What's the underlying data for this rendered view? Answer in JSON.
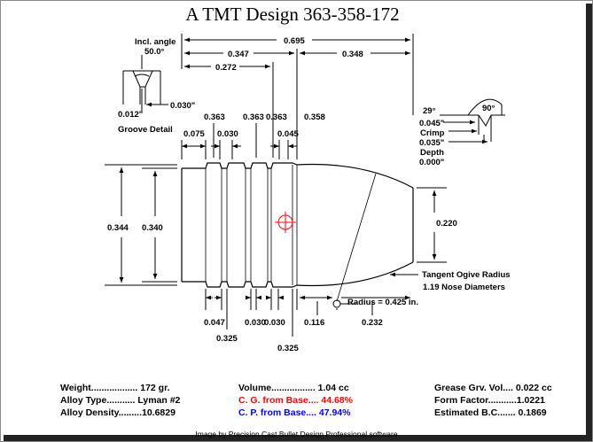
{
  "title": "A TMT Design   363-358-172",
  "groove_detail": {
    "angle_label": "Incl. angle",
    "angle_value": "50.0°",
    "width": "0.012\"",
    "depth": "0.030\"",
    "caption": "Groove Detail"
  },
  "crimp_detail": {
    "angle_left": "29°",
    "angle_right": "90°",
    "width": "0.045\"",
    "crimp_label": "Crimp",
    "depth_value": "0.035\"",
    "depth_label": "Depth",
    "offset": "0.000\""
  },
  "dimensions": {
    "overall_length": "0.695",
    "body_length": "0.347",
    "nose_length": "0.348",
    "to_crimp": "0.272",
    "diam_band1": "0.363",
    "diam_band2": "0.363",
    "diam_band3": "0.363",
    "diam_body": "0.358",
    "base_band_len": "0.075",
    "groove_len_top": "0.030",
    "crimp_len": "0.045",
    "dia_outer": "0.344",
    "dia_inner": "0.340",
    "meplat": "0.220",
    "bottom_047": "0.047",
    "bottom_325a": "0.325",
    "bottom_030a": "0.030",
    "bottom_030b": "0.030",
    "bottom_325b": "0.325",
    "bottom_116": "0.116",
    "bottom_232": "0.232"
  },
  "ogive": {
    "line1": "Tangent Ogive Radius",
    "line2": "1.19  Nose Diameters",
    "radius": "Radius = 0.425 in."
  },
  "stats_left": {
    "weight_label": "Weight..................",
    "weight_value": "172 gr.",
    "alloy_type_label": "Alloy Type...........",
    "alloy_type_value": "Lyman #2",
    "alloy_density_label": "Alloy Density.........",
    "alloy_density_value": "10.6829"
  },
  "stats_mid": {
    "volume_label": "Volume.................",
    "volume_value": "1.04 cc",
    "cg_label": "C. G. from Base....",
    "cg_value": "44.68%",
    "cp_label": "C. P. from Base....",
    "cp_value": "47.94%"
  },
  "stats_right": {
    "grease_label": "Grease Grv. Vol....",
    "grease_value": "0.022 cc",
    "form_label": "Form Factor...........",
    "form_value": "1.0221",
    "bc_label": "Estimated B.C.......",
    "bc_value": "0.1869"
  },
  "colors": {
    "cg": "#ff0000",
    "cp": "#0000ff"
  },
  "footer": "Image by Precision Cast Bullet Design Professional software"
}
